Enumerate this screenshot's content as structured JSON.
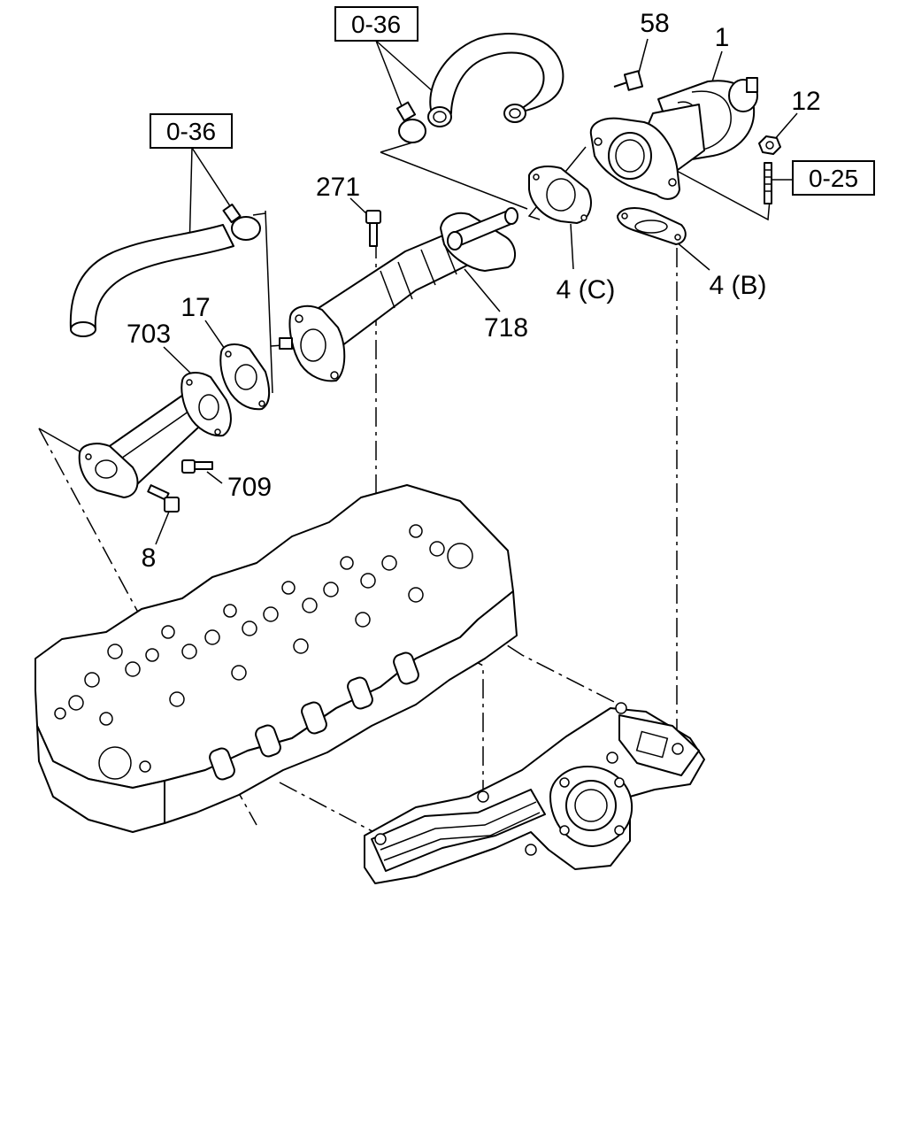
{
  "diagram": {
    "labels": {
      "ref_036_top": "0-36",
      "ref_036_left": "0-36",
      "ref_025": "0-25",
      "p58": "58",
      "p1": "1",
      "p12": "12",
      "p271": "271",
      "p4c": "4 (C)",
      "p4b": "4 (B)",
      "p718": "718",
      "p17": "17",
      "p703": "703",
      "p709": "709",
      "p8": "8"
    },
    "parts": {
      "egr_valve": "egr-valve",
      "egr_cooler": "egr-cooler",
      "egr_pipe": "egr-pipe",
      "cylinder_head": "cylinder-head",
      "intake_manifold": "intake-manifold"
    },
    "line_color": "#000000",
    "background": "#ffffff"
  }
}
